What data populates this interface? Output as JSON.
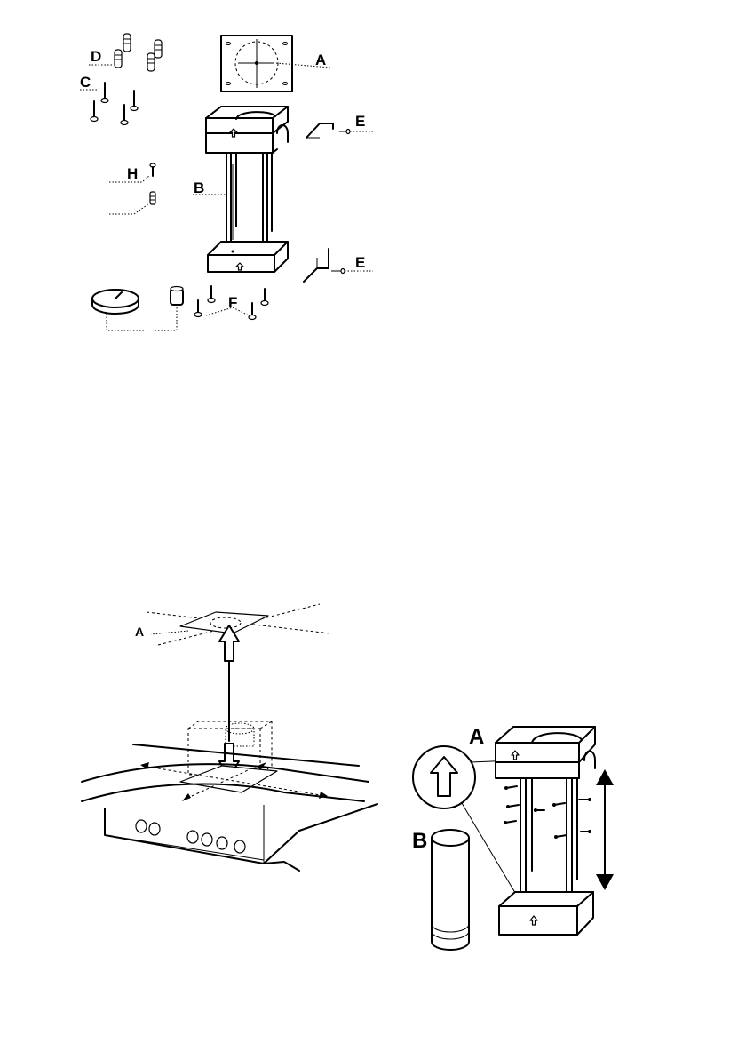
{
  "parts_diagram": {
    "labels": {
      "a": "A",
      "b": "B",
      "c": "C",
      "d": "D",
      "e_top": "E",
      "e_bottom": "E",
      "f": "F",
      "h": "H"
    }
  },
  "mounting_diagram": {
    "labels": {
      "a": "A"
    }
  },
  "assembly_diagram": {
    "labels": {
      "a": "A",
      "b": "B"
    }
  }
}
